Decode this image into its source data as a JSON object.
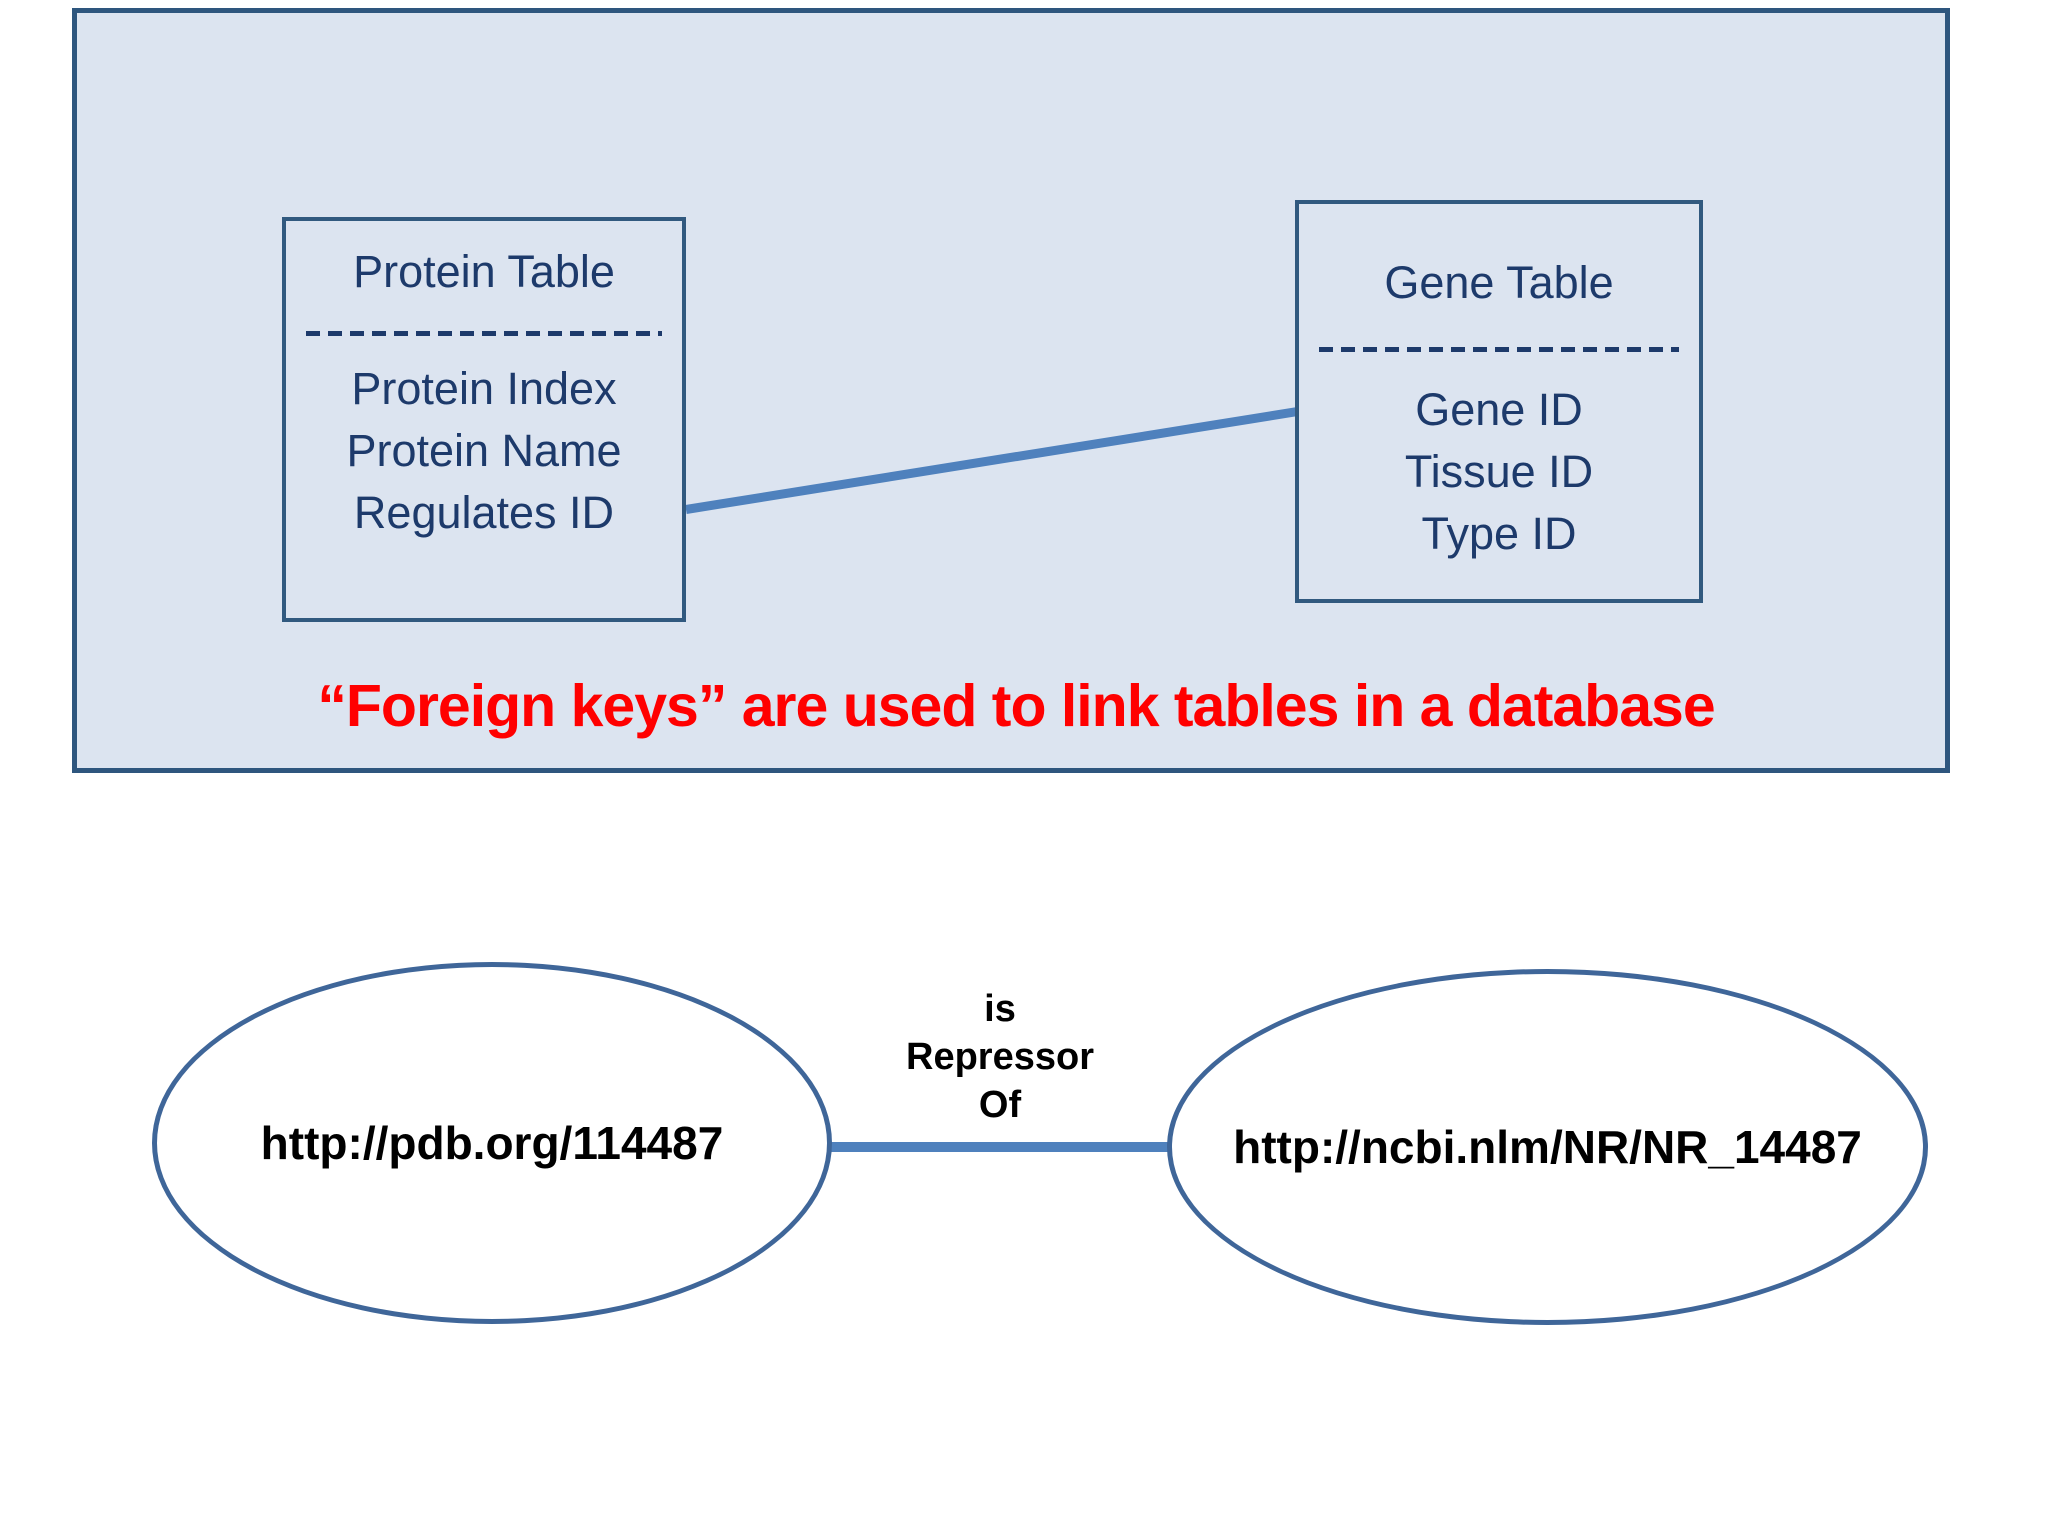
{
  "database_panel": {
    "protein_table": {
      "title": "Protein Table",
      "fields": [
        "Protein Index",
        "Protein Name",
        "Regulates ID"
      ]
    },
    "gene_table": {
      "title": "Gene Table",
      "fields": [
        "Gene ID",
        "Tissue ID",
        "Type ID"
      ]
    },
    "caption": "“Foreign keys” are used to link tables in a database"
  },
  "rdf_panel": {
    "subject_node": {
      "label": "http://pdb.org/114487"
    },
    "predicate": {
      "lines": [
        "is",
        "Repressor",
        "Of"
      ]
    },
    "object_node": {
      "label": "http://ncbi.nlm/NR/NR_14487"
    }
  },
  "colors": {
    "panel_fill": "#dce4f0",
    "panel_border": "#2e567e",
    "table_border": "#31597f",
    "table_text": "#1d3a6b",
    "connector_blue": "#4f81bd",
    "ellipse_border": "#3f6699",
    "caption_red": "#ff0000",
    "node_text": "#000000"
  }
}
